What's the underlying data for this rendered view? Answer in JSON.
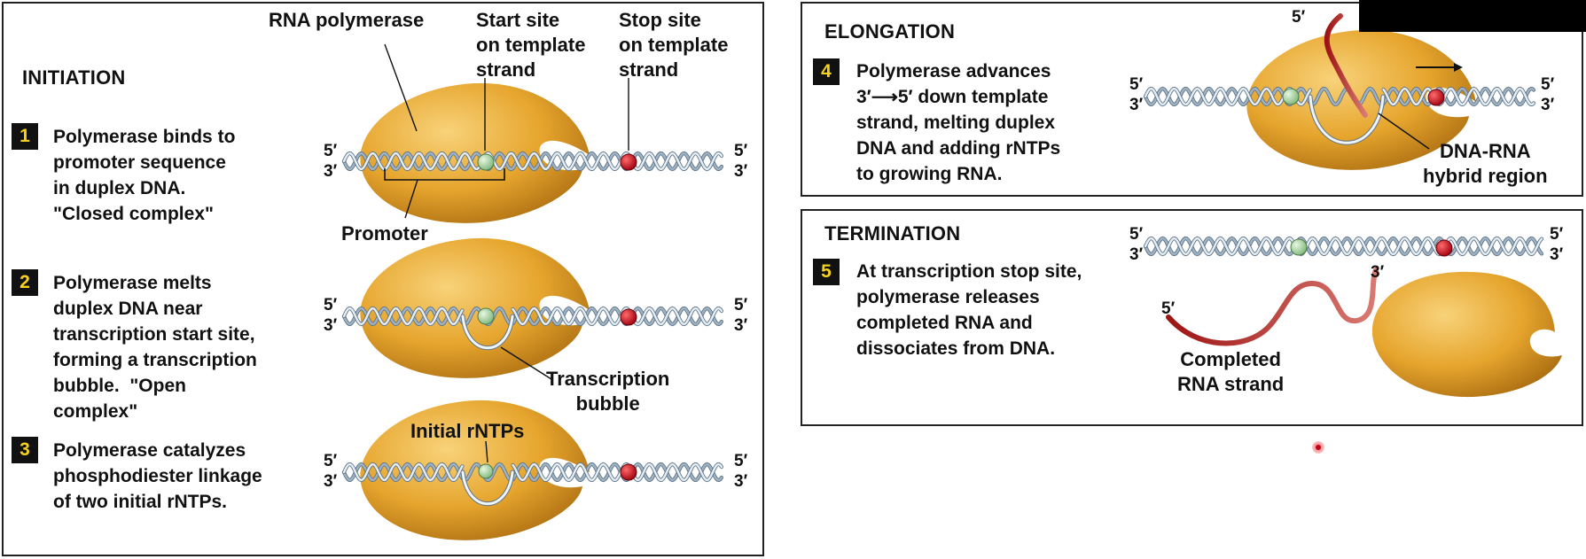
{
  "initiation": {
    "header": "INITIATION",
    "labels": {
      "rna_polymerase": "RNA polymerase",
      "start_site": "Start site\non template\nstrand",
      "stop_site": "Stop site\non template\nstrand",
      "promoter": "Promoter",
      "transcription_bubble": "Transcription\nbubble",
      "initial_rntps": "Initial rNTPs"
    },
    "steps": [
      {
        "number": "1",
        "text": "Polymerase binds to\npromoter sequence\nin duplex DNA.\n\"Closed complex\""
      },
      {
        "number": "2",
        "text": "Polymerase melts\nduplex DNA near\ntranscription start site,\nforming a transcription\nbubble.  \"Open\ncomplex\""
      },
      {
        "number": "3",
        "text": "Polymerase catalyzes\nphosphodiester linkage\nof two initial rNTPs."
      }
    ]
  },
  "elongation": {
    "header": "ELONGATION",
    "step": {
      "number": "4",
      "text": "Polymerase advances\n3′⟶5′ down template\nstrand, melting duplex\nDNA and adding rNTPs\nto growing RNA."
    },
    "label_hybrid": "DNA-RNA\nhybrid region"
  },
  "termination": {
    "header": "TERMINATION",
    "step": {
      "number": "5",
      "text": "At transcription stop site,\npolymerase releases\ncompleted RNA and\ndissociates from DNA."
    },
    "label_completed": "Completed\nRNA strand"
  },
  "strand_ends": {
    "five_prime": "5′",
    "three_prime": "3′"
  },
  "colors": {
    "polymerase": "#e3a42b",
    "dna_strand": "#9fb3c4",
    "start_site": "#a6d4a1",
    "stop_site": "#c41222",
    "rna": "#b72a2a",
    "number_badge_text": "#f6d21c"
  }
}
